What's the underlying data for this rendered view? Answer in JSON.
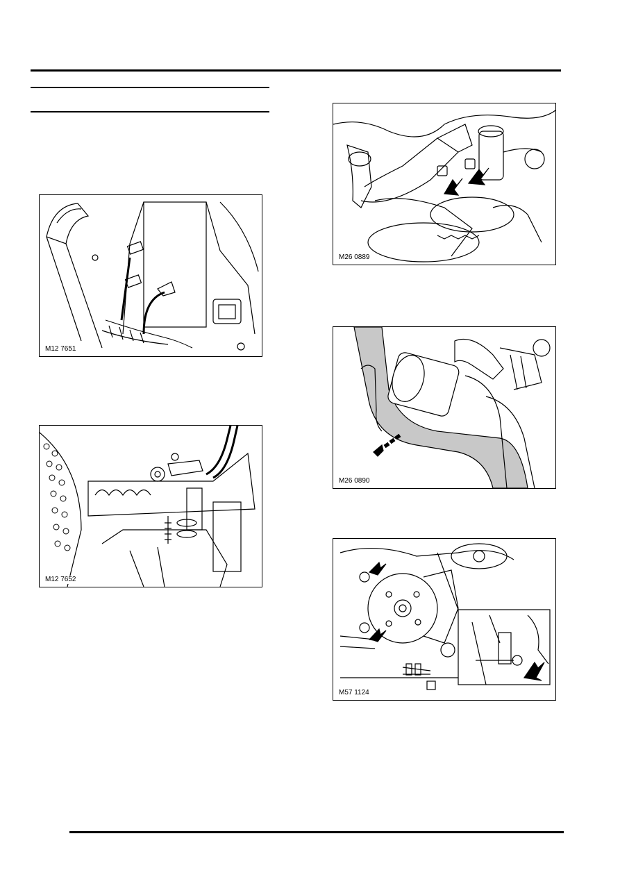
{
  "figures": [
    {
      "id": "m12-7651",
      "label": "M12 7651",
      "subject": "engine-cover-hose-bolts"
    },
    {
      "id": "m12-7652",
      "label": "M12 7652",
      "subject": "pipe-bracket-washers"
    },
    {
      "id": "m26-0889",
      "label": "M26 0889",
      "subject": "compressor-bolts-arrows"
    },
    {
      "id": "m26-0890",
      "label": "M26 0890",
      "subject": "belt-release-arrow"
    },
    {
      "id": "m57-1124",
      "label": "M57 1124",
      "subject": "steering-pump-bolts-inset"
    }
  ],
  "colors": {
    "line": "#000000",
    "belt": "#c8c8c8",
    "paper": "#ffffff"
  }
}
